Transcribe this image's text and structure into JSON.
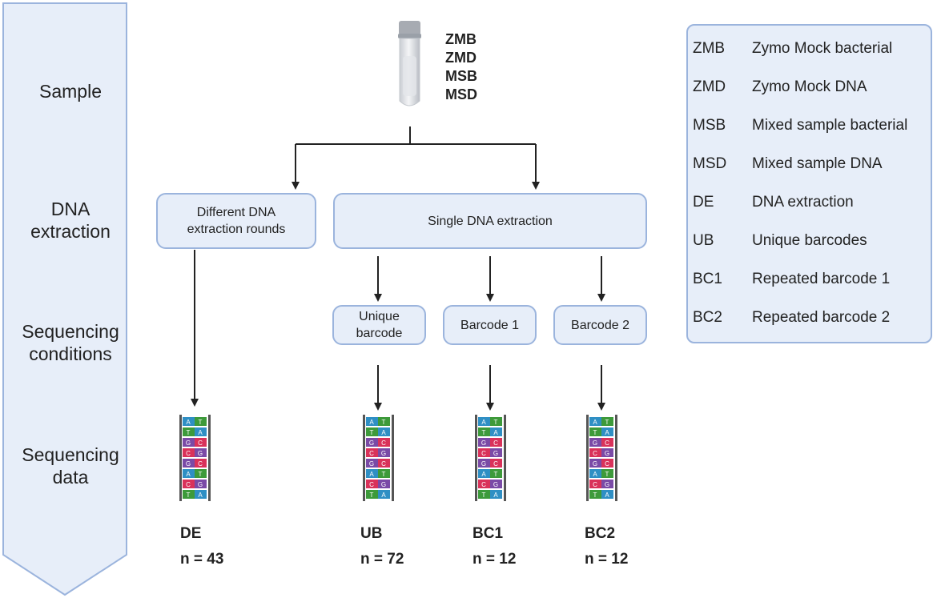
{
  "stages": [
    {
      "label": "Sample"
    },
    {
      "label": "DNA\nextraction"
    },
    {
      "label": "Sequencing\nconditions"
    },
    {
      "label": "Sequencing\ndata"
    }
  ],
  "sample_codes": [
    "ZMB",
    "ZMD",
    "MSB",
    "MSD"
  ],
  "extraction": {
    "different": "Different DNA\nextraction rounds",
    "single": "Single DNA extraction"
  },
  "conditions": {
    "unique": "Unique\nbarcode",
    "barcode1": "Barcode 1",
    "barcode2": "Barcode 2"
  },
  "results": [
    {
      "label": "DE",
      "n": "n = 43"
    },
    {
      "label": "UB",
      "n": "n = 72"
    },
    {
      "label": "BC1",
      "n": "n = 12"
    },
    {
      "label": "BC2",
      "n": "n = 12"
    }
  ],
  "dna_bases": [
    [
      "A",
      "T"
    ],
    [
      "T",
      "A"
    ],
    [
      "G",
      "C"
    ],
    [
      "C",
      "G"
    ],
    [
      "G",
      "C"
    ],
    [
      "A",
      "T"
    ],
    [
      "C",
      "G"
    ],
    [
      "T",
      "A"
    ]
  ],
  "colors": {
    "arrow_panel": "#e7eef9",
    "box_fill": "#e7eef9",
    "box_border": "#9bb4dd",
    "line": "#222222",
    "base_A": "#2f8fc4",
    "base_T": "#3d9a3a",
    "base_G": "#7a4aa6",
    "base_C": "#d9325a"
  },
  "legend": [
    {
      "abbr": "ZMB",
      "def": "Zymo Mock bacterial"
    },
    {
      "abbr": "ZMD",
      "def": "Zymo Mock DNA"
    },
    {
      "abbr": "MSB",
      "def": "Mixed sample bacterial"
    },
    {
      "abbr": "MSD",
      "def": "Mixed sample DNA"
    },
    {
      "abbr": "DE",
      "def": "DNA extraction"
    },
    {
      "abbr": "UB",
      "def": "Unique barcodes"
    },
    {
      "abbr": "BC1",
      "def": "Repeated barcode 1"
    },
    {
      "abbr": "BC2",
      "def": "Repeated barcode 2"
    }
  ]
}
